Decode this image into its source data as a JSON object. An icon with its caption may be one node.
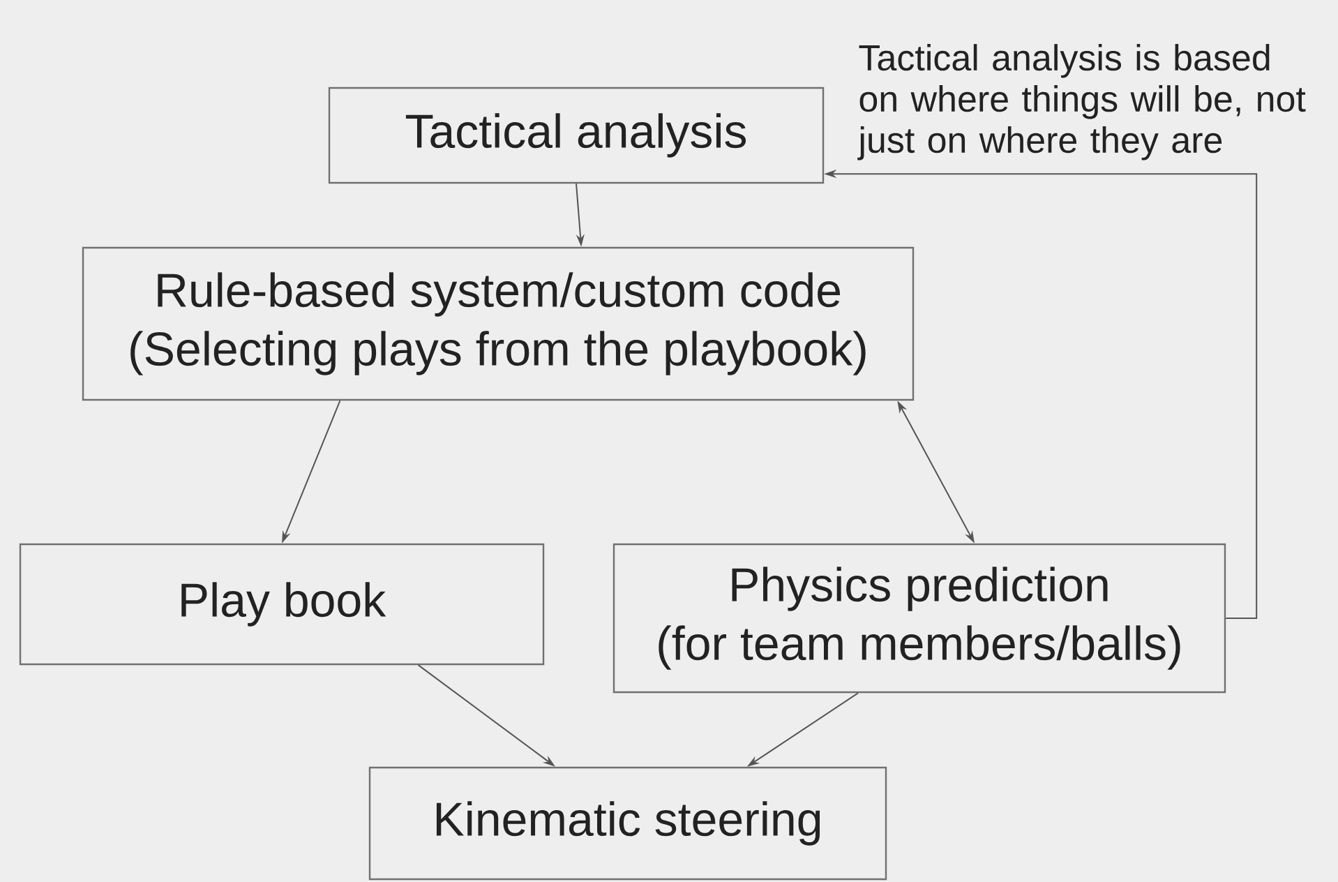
{
  "diagram": {
    "nodes": [
      {
        "text": [
          "Tactical analysis"
        ]
      },
      {
        "text": [
          "Rule-based system/custom code",
          "(Selecting plays from the playbook)"
        ]
      },
      {
        "text": [
          "Play book"
        ]
      },
      {
        "text": [
          "Physics prediction",
          "(for team members/balls)"
        ]
      },
      {
        "text": [
          "Kinematic steering"
        ]
      }
    ],
    "edges": [
      {
        "from": 0,
        "to": 1,
        "arrow": "to"
      },
      {
        "from": 1,
        "to": 2,
        "arrow": "to"
      },
      {
        "from": 1,
        "to": 3,
        "arrow": "both"
      },
      {
        "from": 2,
        "to": 4,
        "arrow": "to"
      },
      {
        "from": 3,
        "to": 4,
        "arrow": "to"
      },
      {
        "from": 3,
        "to": 0,
        "arrow": "to",
        "label": "Tactical analysis is based on where things will be, not just on where they are"
      }
    ]
  }
}
